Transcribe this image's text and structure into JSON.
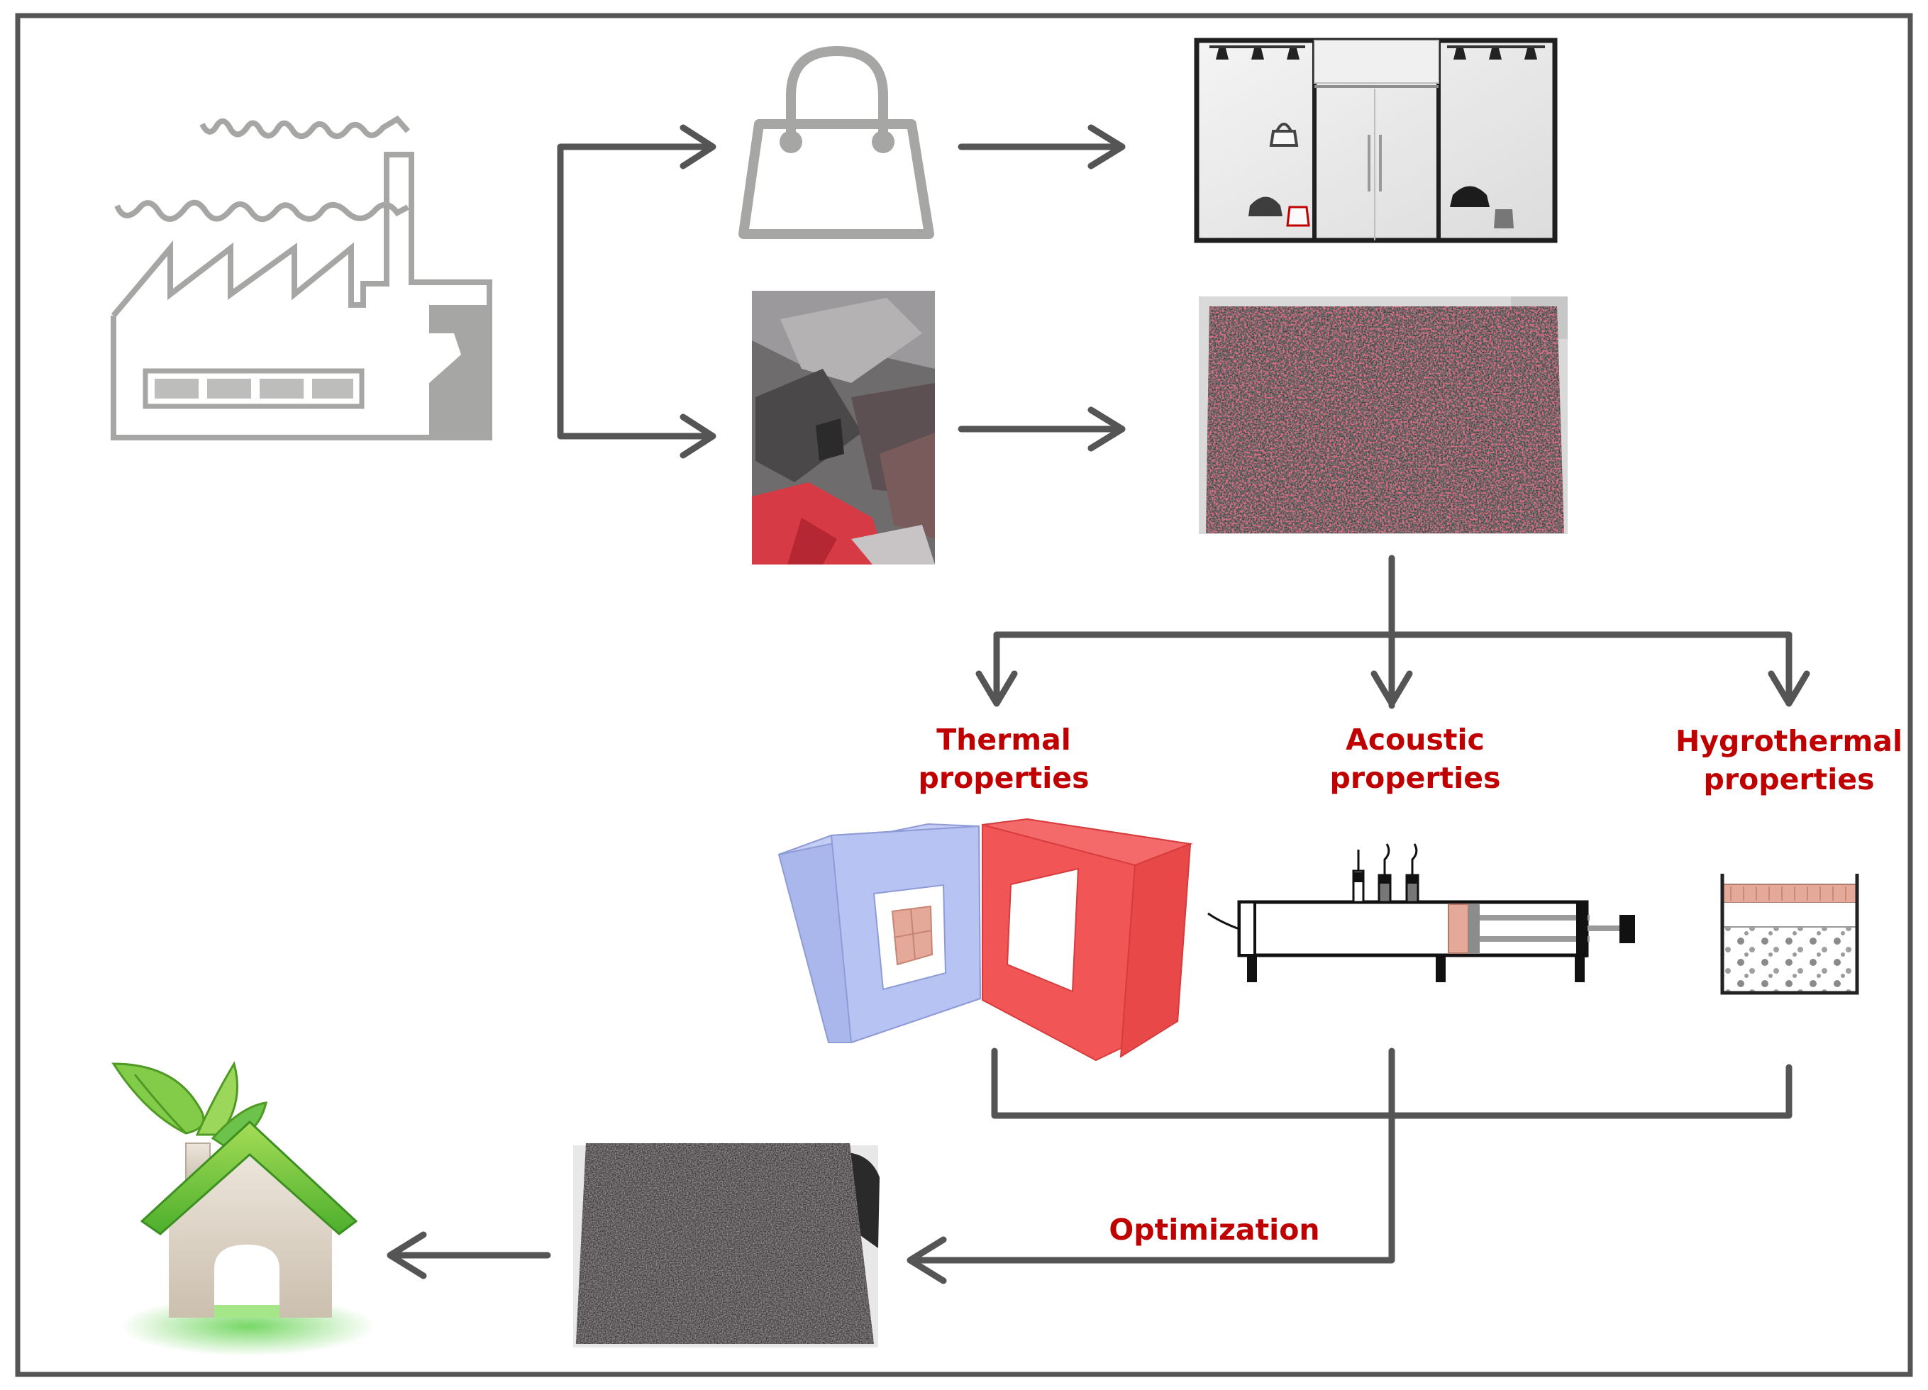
{
  "labels": {
    "thermal_line1": "Thermal",
    "thermal_line2": "properties",
    "acoustic_line1": "Acoustic",
    "acoustic_line2": "properties",
    "hygro_line1": "Hygrothermal",
    "hygro_line2": "properties",
    "optimization": "Optimization"
  },
  "colors": {
    "label_red": "#c00000",
    "arrow_grey": "#555555",
    "icon_grey": "#a6a6a4",
    "hot_plate": "#f46060",
    "cold_plate": "#b7c3f3",
    "sample": "#e4a999",
    "leaf_green": "#6cc24a"
  },
  "icons": [
    "factory-icon",
    "shopping-bag-icon",
    "shop-window-icon",
    "leather-scraps-photo",
    "panel-photo",
    "hot-box-icon",
    "impedance-tube-icon",
    "cup-test-icon",
    "final-panel-photo",
    "eco-house-icon"
  ]
}
